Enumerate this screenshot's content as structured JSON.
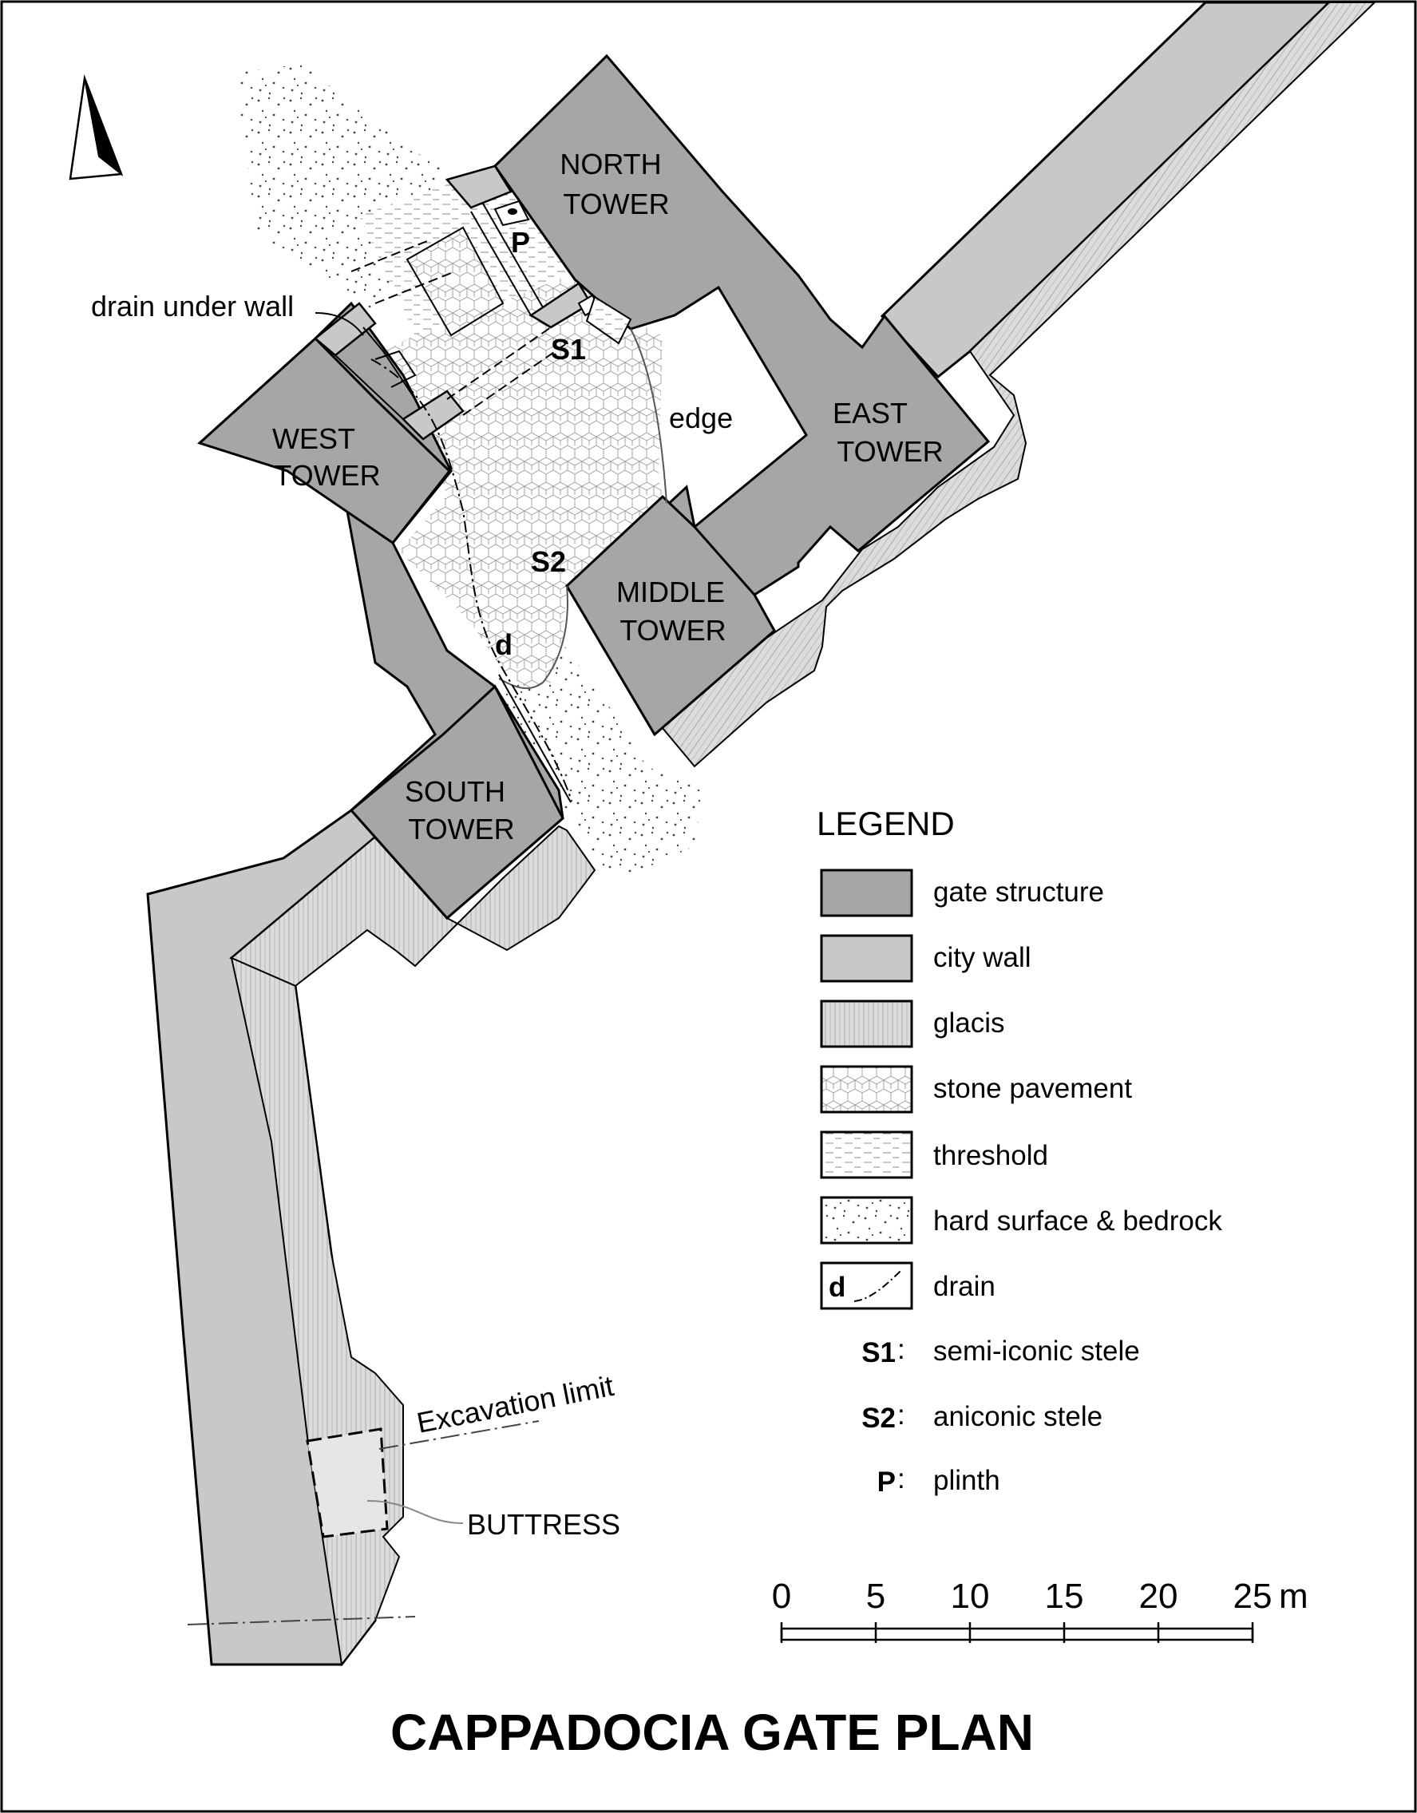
{
  "title": "CAPPADOCIA GATE PLAN",
  "towers": {
    "north": [
      "NORTH",
      "TOWER"
    ],
    "east": [
      "EAST",
      "TOWER"
    ],
    "west": [
      "WEST",
      "TOWER"
    ],
    "middle": [
      "MIDDLE",
      "TOWER"
    ],
    "south": [
      "SOUTH",
      "TOWER"
    ]
  },
  "labels": {
    "drain_under_wall": "drain under wall",
    "edge": "edge",
    "s1": "S1",
    "s2": "S2",
    "p": "P",
    "d": "d",
    "excavation_limit": "Excavation limit",
    "buttress": "BUTTRESS"
  },
  "legend": {
    "title": "LEGEND",
    "items": [
      {
        "label": "gate structure",
        "pattern": "gate"
      },
      {
        "label": "city wall",
        "pattern": "wall"
      },
      {
        "label": "glacis",
        "pattern": "glacis"
      },
      {
        "label": "stone pavement",
        "pattern": "pavement"
      },
      {
        "label": "threshold",
        "pattern": "threshold"
      },
      {
        "label": "hard surface & bedrock",
        "pattern": "bedrock"
      },
      {
        "label": "drain",
        "pattern": "drain",
        "symbol": "d"
      }
    ],
    "keys": [
      {
        "code": "S1",
        "label": "semi-iconic stele"
      },
      {
        "code": "S2",
        "label": "aniconic stele"
      },
      {
        "code": "P",
        "label": "plinth"
      }
    ]
  },
  "scale": {
    "ticks": [
      "0",
      "5",
      "10",
      "15",
      "20",
      "25"
    ],
    "unit": "m"
  },
  "colors": {
    "gate": "#a6a6a6",
    "wall": "#c8c8c8",
    "glacis": "#dcdcdc",
    "ink": "#000000"
  }
}
